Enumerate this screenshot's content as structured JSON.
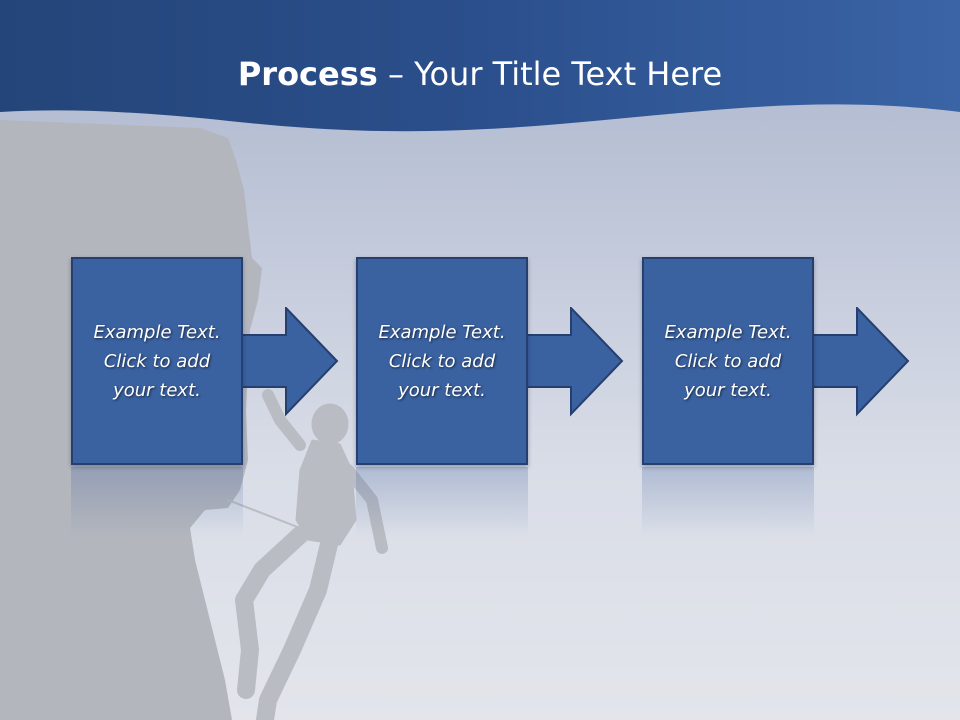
{
  "title": {
    "bold": "Process",
    "rest": " – Your Title Text Here"
  },
  "steps": [
    {
      "text": "Example Text. Click  to add your text."
    },
    {
      "text": "Example Text. Click  to add your text."
    },
    {
      "text": "Example Text. Click  to add your text."
    }
  ],
  "colors": {
    "header": "#2b4f8c",
    "box_fill": "#3a61a0",
    "box_border": "#263f6e",
    "silhouette": "#b3b6bd"
  },
  "icons": {
    "step_arrow": "right-arrow-icon",
    "background": "climber-silhouette"
  }
}
